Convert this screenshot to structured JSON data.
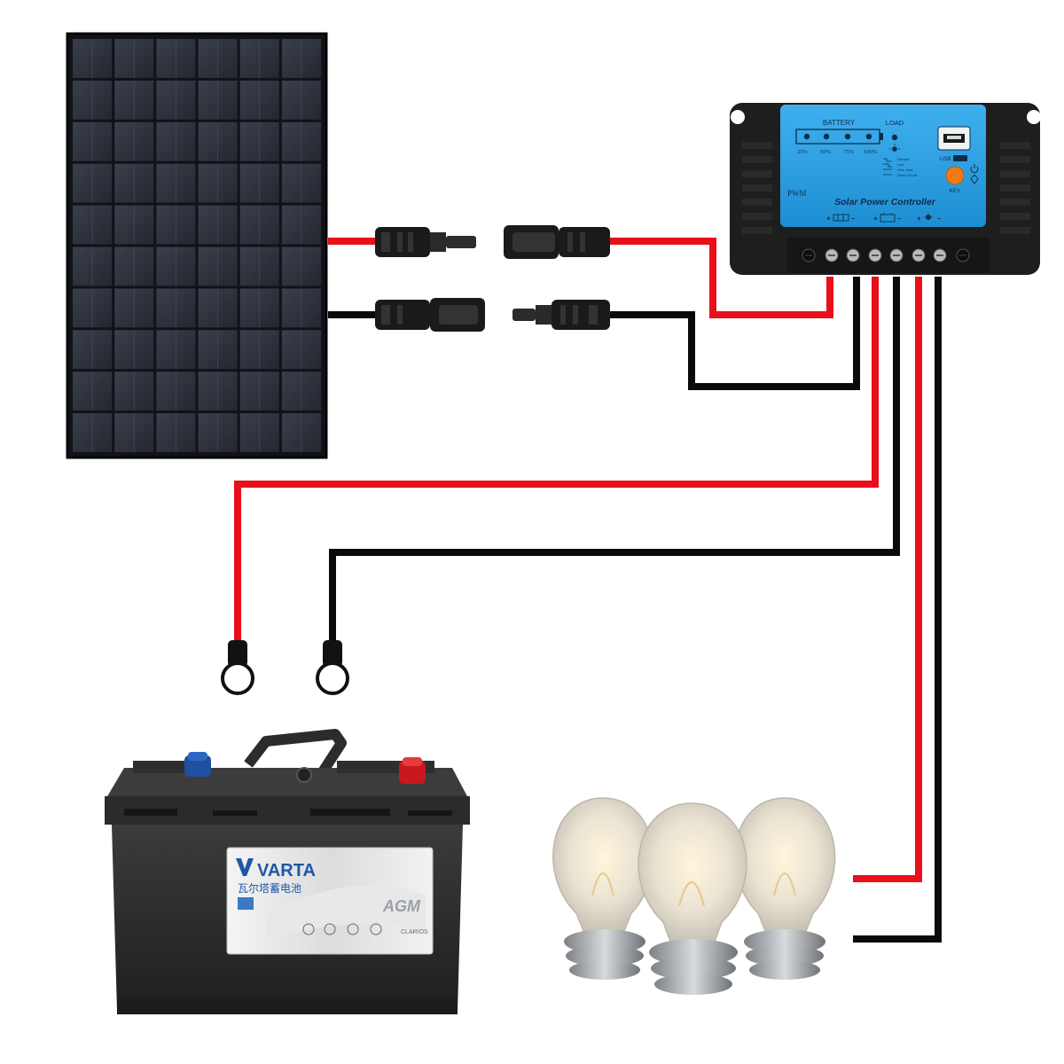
{
  "controller": {
    "battery_label": "BATTERY",
    "load_label": "LOAD",
    "levels": [
      "25%",
      "50%",
      "75%",
      "100%"
    ],
    "modes": [
      "Normal",
      "Low",
      "Over load",
      "Short Circuit"
    ],
    "usb_label": "USB",
    "key_label": "KEY",
    "pwm_label": "PWM",
    "title": "Solar Power Controller",
    "plus": "+",
    "minus": "–"
  },
  "battery": {
    "brand": "VARTA",
    "brand_cn": "瓦尔塔蓄电池",
    "type": "AGM",
    "maker": "CLARIOS"
  },
  "colors": {
    "positive_wire": "#e8101a",
    "negative_wire": "#0a0a0a",
    "controller_blue": "#2e9fe0",
    "controller_body": "#1e1e1e",
    "panel_cell": "#2a2f3a",
    "key_button": "#f07a1a"
  },
  "icons": {
    "solar_terminal": "solar-panel-icon",
    "battery_terminal": "battery-icon",
    "load_terminal": "bulb-icon"
  }
}
